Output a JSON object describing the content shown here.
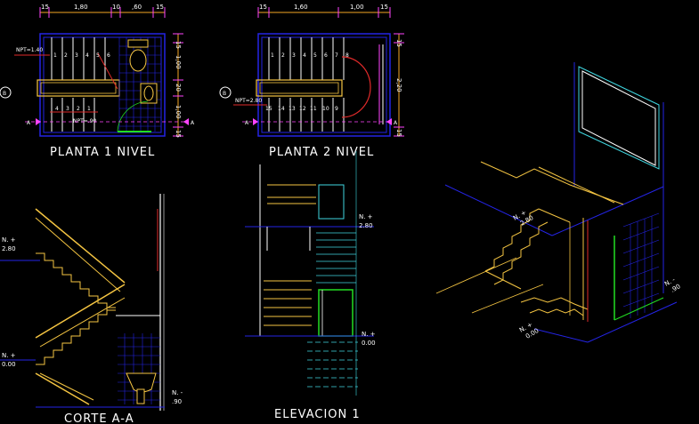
{
  "drawing": {
    "plan1": {
      "title": "PLANTA 1 NIVEL",
      "dims_top": [
        "15",
        "1,80",
        "10",
        ",60",
        "15"
      ],
      "dims_right": [
        "15",
        "1,00",
        "20",
        "1,00",
        "15"
      ],
      "steps_upper": [
        "1",
        "2",
        "3",
        "4",
        "5",
        "6"
      ],
      "steps_lower": [
        "4",
        "3",
        "2",
        "1"
      ],
      "npt_upper": "NPT=1.40",
      "npt_lower": "NPT=.90",
      "section_mark": "A",
      "axis_label": "B"
    },
    "plan2": {
      "title": "PLANTA 2 NIVEL",
      "dims_top": [
        "15",
        "1,60",
        "1,00",
        "15"
      ],
      "dims_right": [
        "15",
        "2,20",
        "15"
      ],
      "steps_upper": [
        "1",
        "2",
        "3",
        "4",
        "5",
        "6",
        "7",
        "8"
      ],
      "steps_lower": [
        "15",
        "14",
        "13",
        "12",
        "11",
        "10",
        "9"
      ],
      "npt_lower": "NPT=2.80",
      "section_mark": "A",
      "axis_label": "B"
    },
    "section": {
      "title": "CORTE A-A",
      "level_top": "N. +",
      "level_top_value": "2.80",
      "level_mid": "N. +",
      "level_mid_value": "0.00",
      "level_bottom": "N. -",
      "level_bottom_value": ".90"
    },
    "elevation": {
      "title": "ELEVACION 1",
      "level_top": "N. +",
      "level_top_value": "2.80",
      "level_bottom": "N. +",
      "level_bottom_value": "0.00"
    },
    "iso": {
      "level_top": "N. +",
      "level_top_value": "2.80",
      "level_bottom": "N. +",
      "level_bottom_value": "0.00",
      "level_right": "N. -",
      "level_right_value": ".90"
    },
    "colors": {
      "background": "#000000",
      "wall": "#ffffff",
      "stair": "#f5c542",
      "cyan": "#3fd6e0",
      "blue": "#2424e6",
      "red": "#e02a2a",
      "green": "#22dd22",
      "magenta": "#ff44ff",
      "dim": "#f5a623"
    }
  }
}
